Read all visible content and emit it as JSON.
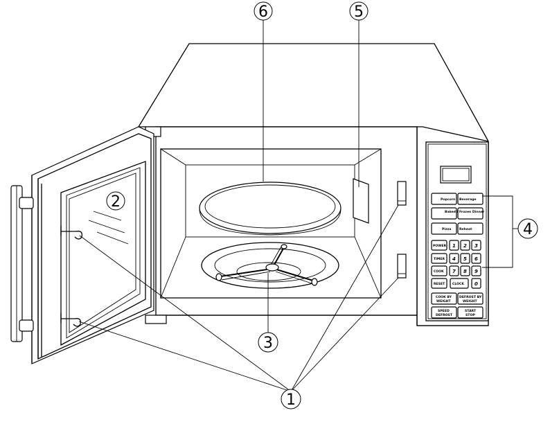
{
  "callouts": {
    "c1": "1",
    "c2": "2",
    "c3": "3",
    "c4": "4",
    "c5": "5",
    "c6": "6"
  },
  "control_panel": {
    "row1": [
      "Popcorn",
      "Beverage"
    ],
    "row2": [
      "Baked Potato",
      "Frozen Dinner"
    ],
    "row3": [
      "Pizza",
      "Reheat"
    ],
    "left_keys": [
      "POWER",
      "TIMER",
      "COOK",
      "RESET"
    ],
    "clock": "CLOCK",
    "digits": [
      "1",
      "2",
      "3",
      "4",
      "5",
      "6",
      "7",
      "8",
      "9",
      "0"
    ],
    "cook_by_weight": [
      "COOK BY",
      "WEIGHT"
    ],
    "defrost_by_weight": [
      "DEFROST BY",
      "WEIGHT"
    ],
    "speed_defrost": [
      "SPEED",
      "DEFROST"
    ],
    "start_stop": [
      "START",
      "STOP"
    ]
  }
}
